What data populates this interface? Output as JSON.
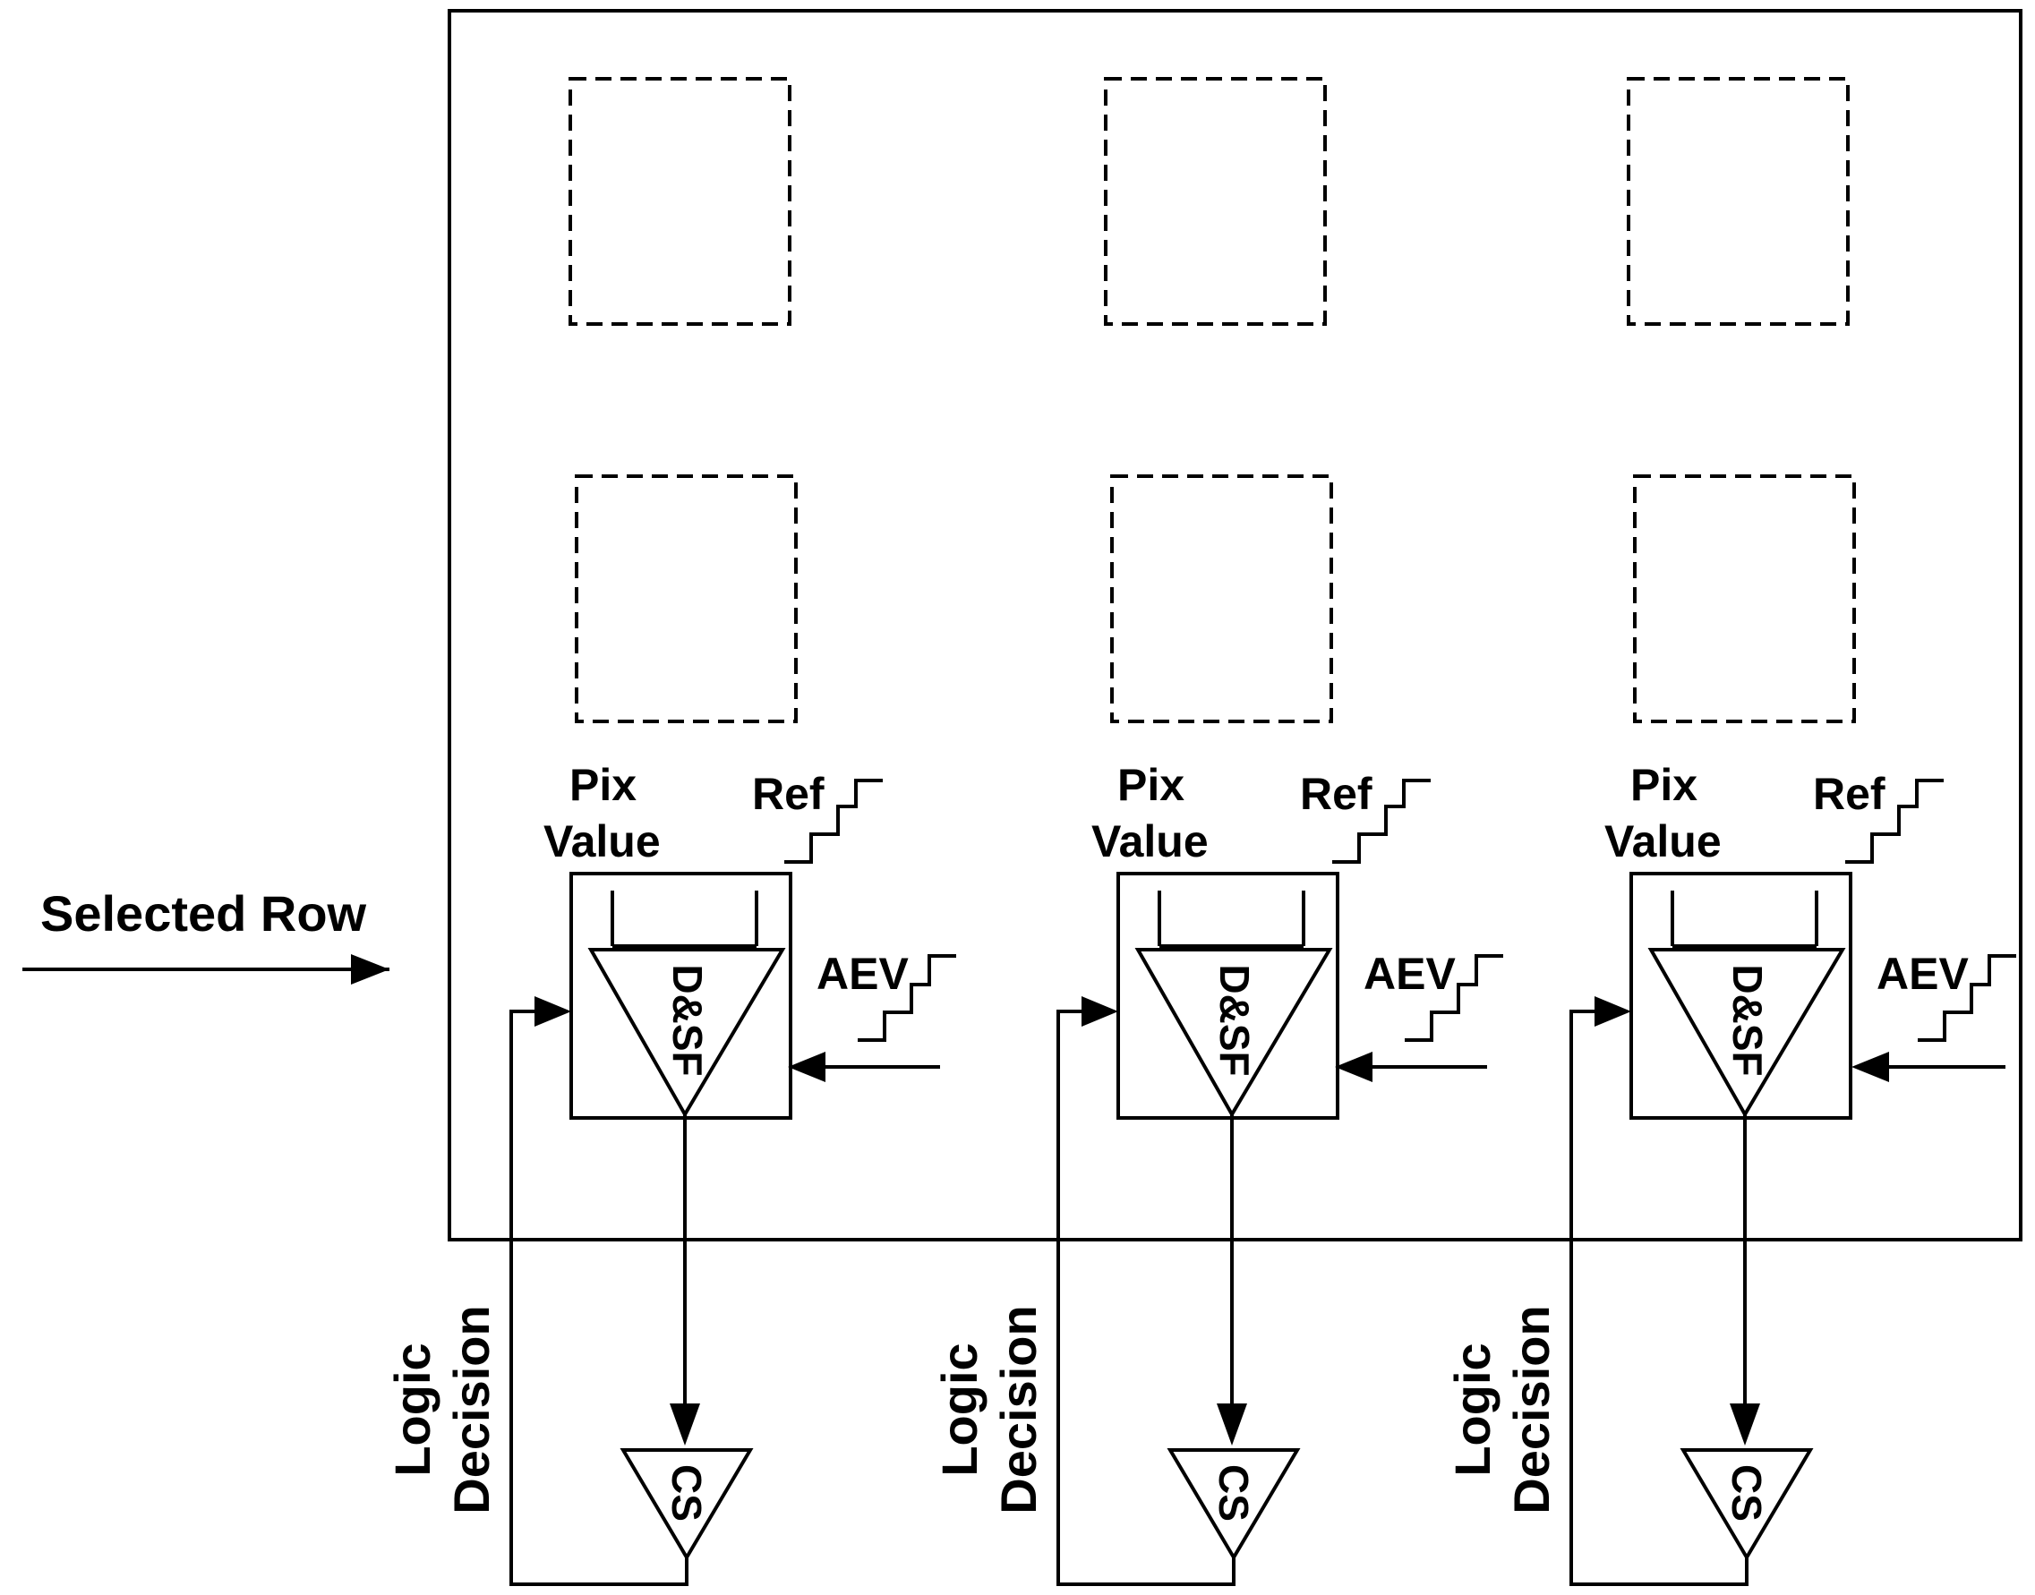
{
  "selected_row_label": "Selected Row",
  "columns": [
    {
      "pix_label": "Pix",
      "value_label": "Value",
      "ref_label": "Ref",
      "aev_label": "AEV",
      "dsf_label": "D&SF",
      "cs_label": "CS",
      "logic_label": "Logic",
      "decision_label": "Decision"
    },
    {
      "pix_label": "Pix",
      "value_label": "Value",
      "ref_label": "Ref",
      "aev_label": "AEV",
      "dsf_label": "D&SF",
      "cs_label": "CS",
      "logic_label": "Logic",
      "decision_label": "Decision"
    },
    {
      "pix_label": "Pix",
      "value_label": "Value",
      "ref_label": "Ref",
      "aev_label": "AEV",
      "dsf_label": "D&SF",
      "cs_label": "CS",
      "logic_label": "Logic",
      "decision_label": "Decision"
    }
  ]
}
